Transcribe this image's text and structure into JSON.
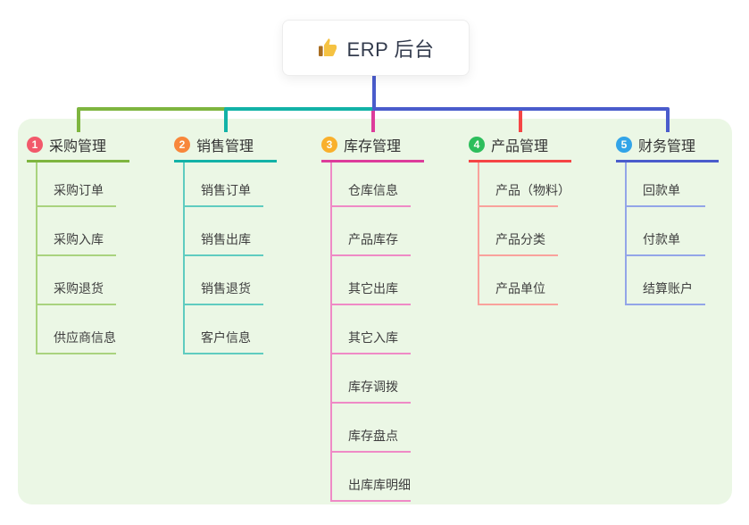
{
  "root": {
    "title": "ERP 后台",
    "icon": "thumbs-up-icon",
    "icon_hand_color": "#f5c242",
    "icon_cuff_color": "#a96e22"
  },
  "panel": {
    "background": "#ebf7e5"
  },
  "trunk_color": "#4a5ccc",
  "columns": [
    {
      "badge": "1",
      "title": "采购管理",
      "badge_color": "#f2596b",
      "line_color": "#7eb53f",
      "item_line_color": "#a9d37e",
      "items": [
        "采购订单",
        "采购入库",
        "采购退货",
        "供应商信息"
      ]
    },
    {
      "badge": "2",
      "title": "销售管理",
      "badge_color": "#f8873b",
      "line_color": "#12b2a7",
      "item_line_color": "#5fccc0",
      "items": [
        "销售订单",
        "销售出库",
        "销售退货",
        "客户信息"
      ]
    },
    {
      "badge": "3",
      "title": "库存管理",
      "badge_color": "#f9b02c",
      "line_color": "#dd3c9b",
      "item_line_color": "#ef8ac6",
      "items": [
        "仓库信息",
        "产品库存",
        "其它出库",
        "其它入库",
        "库存调拨",
        "库存盘点",
        "出库库明细"
      ]
    },
    {
      "badge": "4",
      "title": "产品管理",
      "badge_color": "#2dbe5c",
      "line_color": "#f54545",
      "item_line_color": "#f9a29c",
      "items": [
        "产品（物料）",
        "产品分类",
        "产品单位"
      ]
    },
    {
      "badge": "5",
      "title": "财务管理",
      "badge_color": "#32a4e8",
      "line_color": "#4a5ccc",
      "item_line_color": "#93a5e8",
      "items": [
        "回款单",
        "付款单",
        "结算账户"
      ]
    }
  ]
}
